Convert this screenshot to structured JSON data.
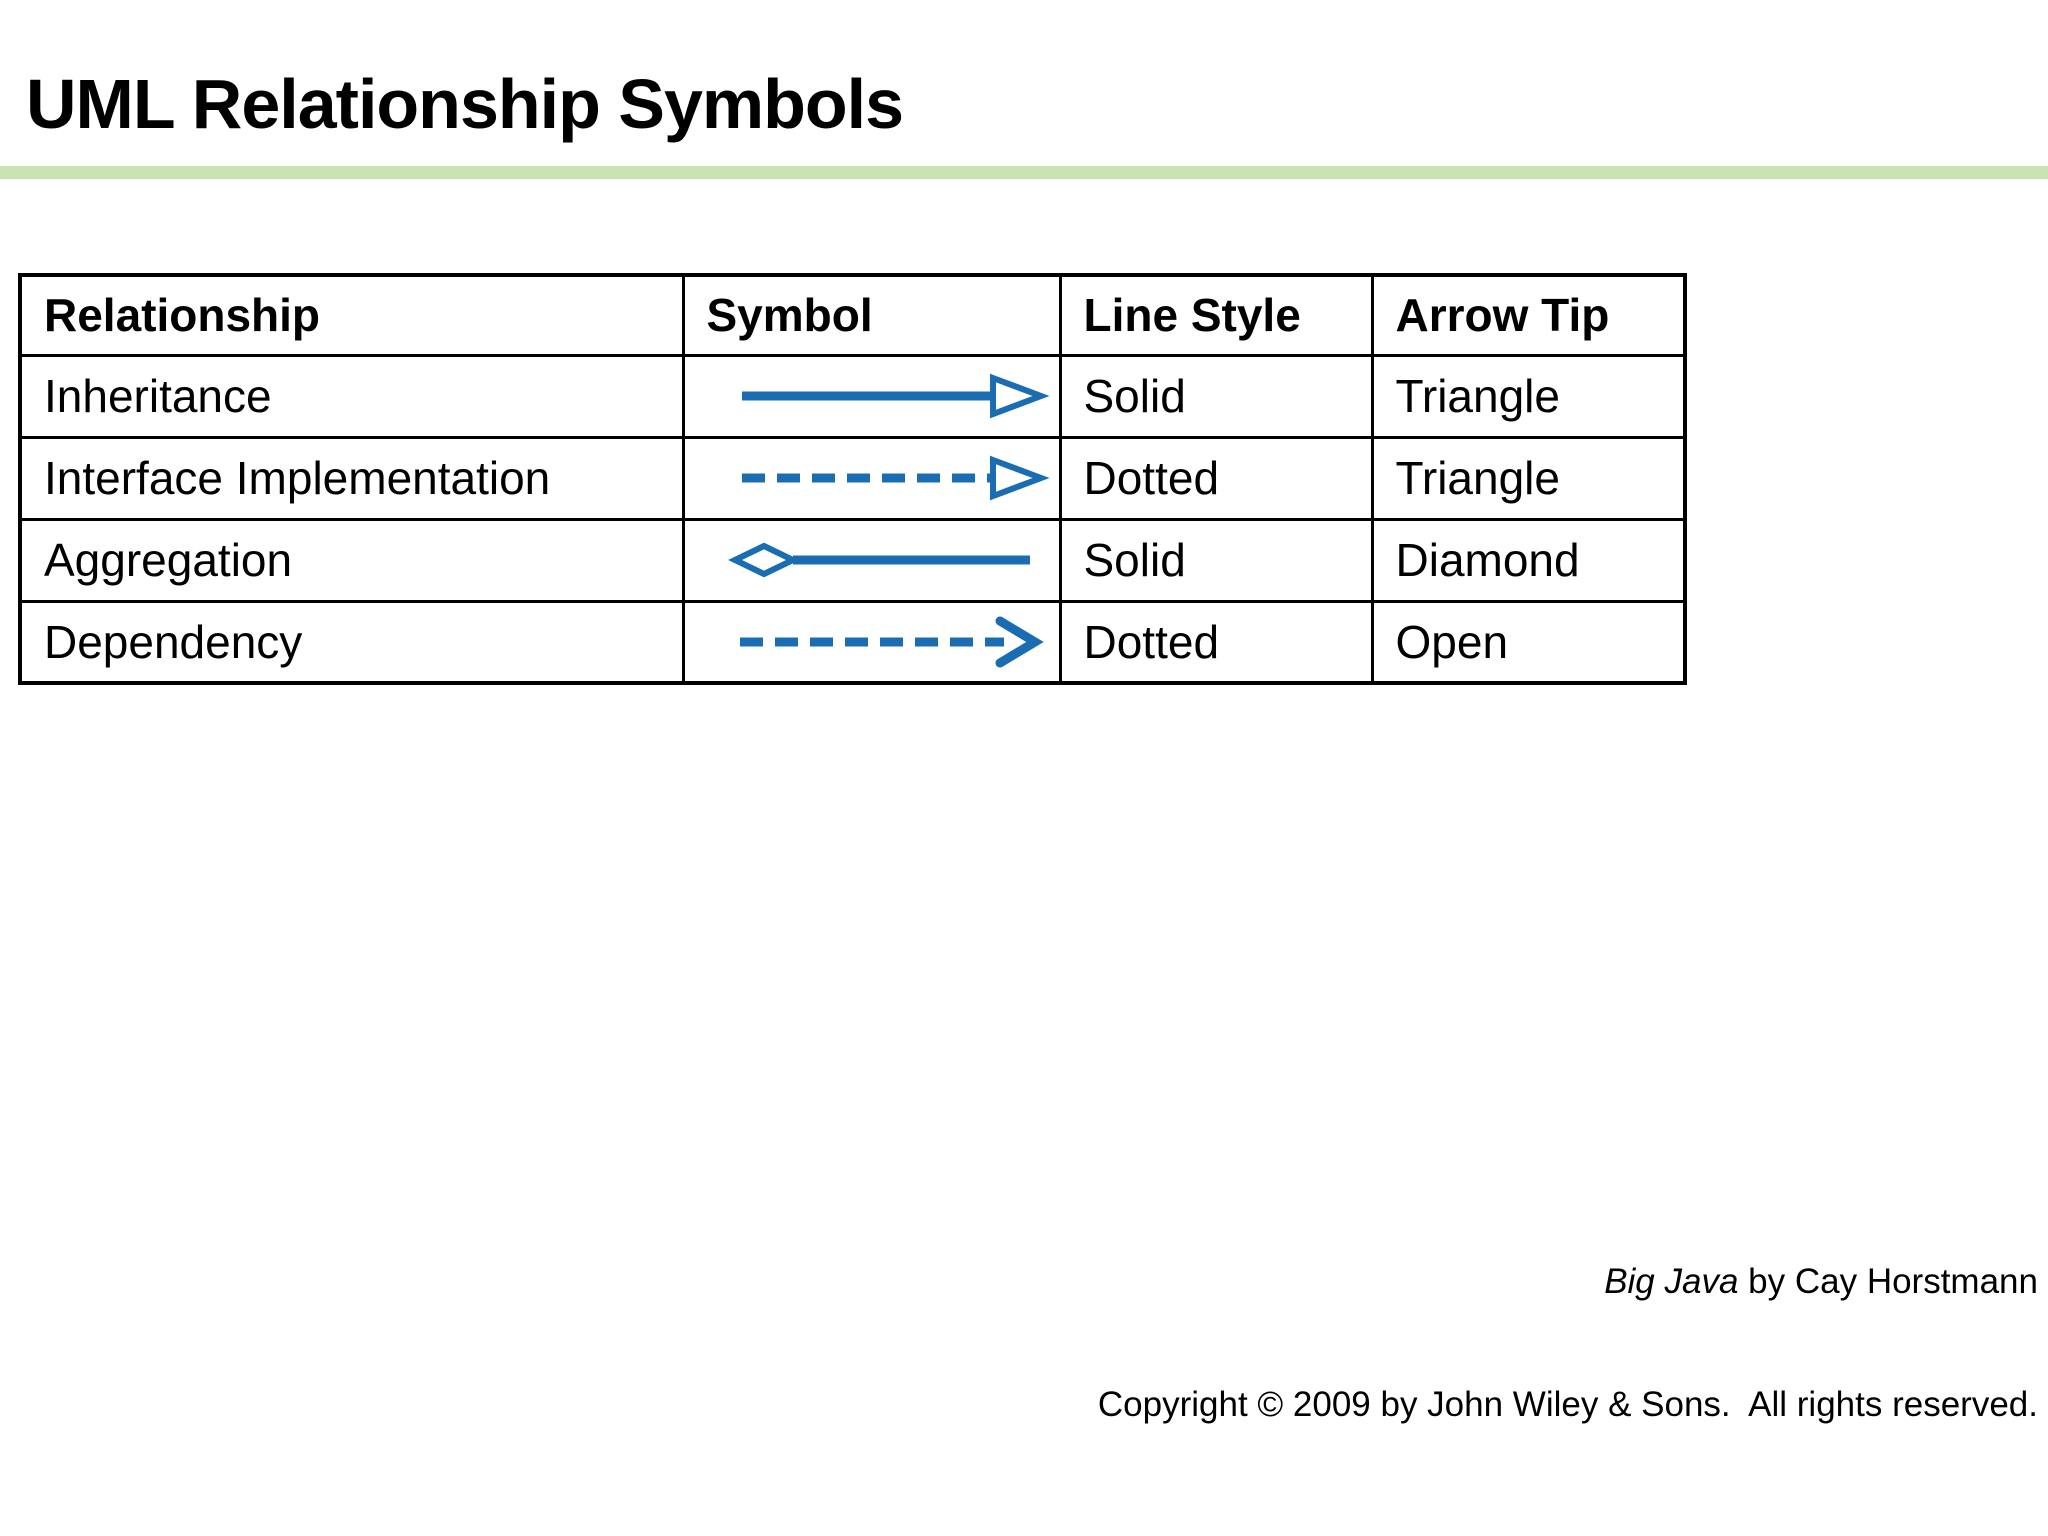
{
  "title": "UML Relationship Symbols",
  "table": {
    "headers": [
      "Relationship",
      "Symbol",
      "Line Style",
      "Arrow Tip"
    ],
    "rows": [
      {
        "relationship": "Inheritance",
        "symbol_icon": "solid-line-hollow-triangle-arrow",
        "line_style": "Solid",
        "arrow_tip": "Triangle"
      },
      {
        "relationship": "Interface Implementation",
        "symbol_icon": "dotted-line-hollow-triangle-arrow",
        "line_style": "Dotted",
        "arrow_tip": "Triangle"
      },
      {
        "relationship": "Aggregation",
        "symbol_icon": "hollow-diamond-solid-line",
        "line_style": "Solid",
        "arrow_tip": "Diamond"
      },
      {
        "relationship": "Dependency",
        "symbol_icon": "dotted-line-open-arrow",
        "line_style": "Dotted",
        "arrow_tip": "Open"
      }
    ]
  },
  "footer": {
    "book_title": "Big Java",
    "byline": " by Cay Horstmann",
    "copyright": "Copyright © 2009 by John Wiley & Sons.  All rights reserved."
  },
  "colors": {
    "accent_blue": "#1a6cb3",
    "symbol_cell_bg": "#fbe8cb",
    "rule_green": "#cae3b2"
  }
}
